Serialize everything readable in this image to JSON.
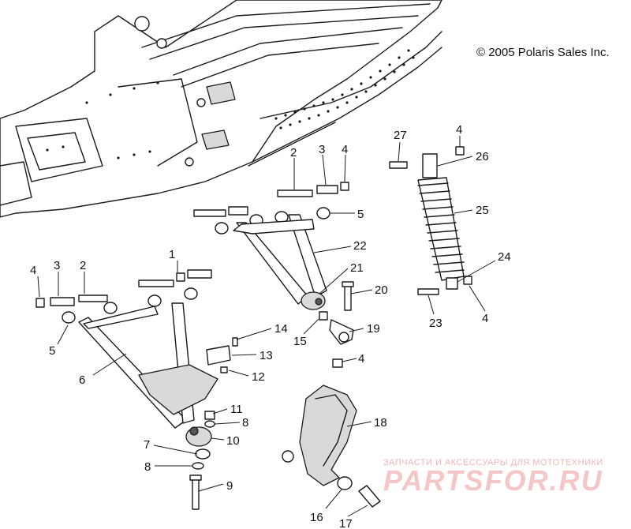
{
  "copyright": "© 2005 Polaris Sales Inc.",
  "watermark": {
    "tagline": "ЗАПЧАСТИ И АКСЕССУАРЫ ДЛЯ МОТОТЕХНИКИ",
    "logo": "PARTSFOR.RU"
  },
  "callouts": [
    "1",
    "2",
    "3",
    "4",
    "5",
    "6",
    "7",
    "8",
    "9",
    "10",
    "11",
    "12",
    "13",
    "14",
    "15",
    "16",
    "17",
    "18",
    "19",
    "20",
    "21",
    "22",
    "23",
    "24",
    "25",
    "26",
    "27"
  ],
  "callout_labels": [
    {
      "id": "c1",
      "text": "1"
    },
    {
      "id": "c2a",
      "text": "2"
    },
    {
      "id": "c2b",
      "text": "2"
    },
    {
      "id": "c3a",
      "text": "3"
    },
    {
      "id": "c3b",
      "text": "3"
    },
    {
      "id": "c4a",
      "text": "4"
    },
    {
      "id": "c4b",
      "text": "4"
    },
    {
      "id": "c4c",
      "text": "4"
    },
    {
      "id": "c4d",
      "text": "4"
    },
    {
      "id": "c4e",
      "text": "4"
    },
    {
      "id": "c5a",
      "text": "5"
    },
    {
      "id": "c5b",
      "text": "5"
    },
    {
      "id": "c6",
      "text": "6"
    },
    {
      "id": "c7",
      "text": "7"
    },
    {
      "id": "c8a",
      "text": "8"
    },
    {
      "id": "c8b",
      "text": "8"
    },
    {
      "id": "c9",
      "text": "9"
    },
    {
      "id": "c10",
      "text": "10"
    },
    {
      "id": "c11",
      "text": "11"
    },
    {
      "id": "c12",
      "text": "12"
    },
    {
      "id": "c13",
      "text": "13"
    },
    {
      "id": "c14",
      "text": "14"
    },
    {
      "id": "c15",
      "text": "15"
    },
    {
      "id": "c16",
      "text": "16"
    },
    {
      "id": "c17",
      "text": "17"
    },
    {
      "id": "c18",
      "text": "18"
    },
    {
      "id": "c19",
      "text": "19"
    },
    {
      "id": "c20",
      "text": "20"
    },
    {
      "id": "c21",
      "text": "21"
    },
    {
      "id": "c22",
      "text": "22"
    },
    {
      "id": "c23",
      "text": "23"
    },
    {
      "id": "c24",
      "text": "24"
    },
    {
      "id": "c25",
      "text": "25"
    },
    {
      "id": "c26",
      "text": "26"
    },
    {
      "id": "c27",
      "text": "27"
    }
  ]
}
